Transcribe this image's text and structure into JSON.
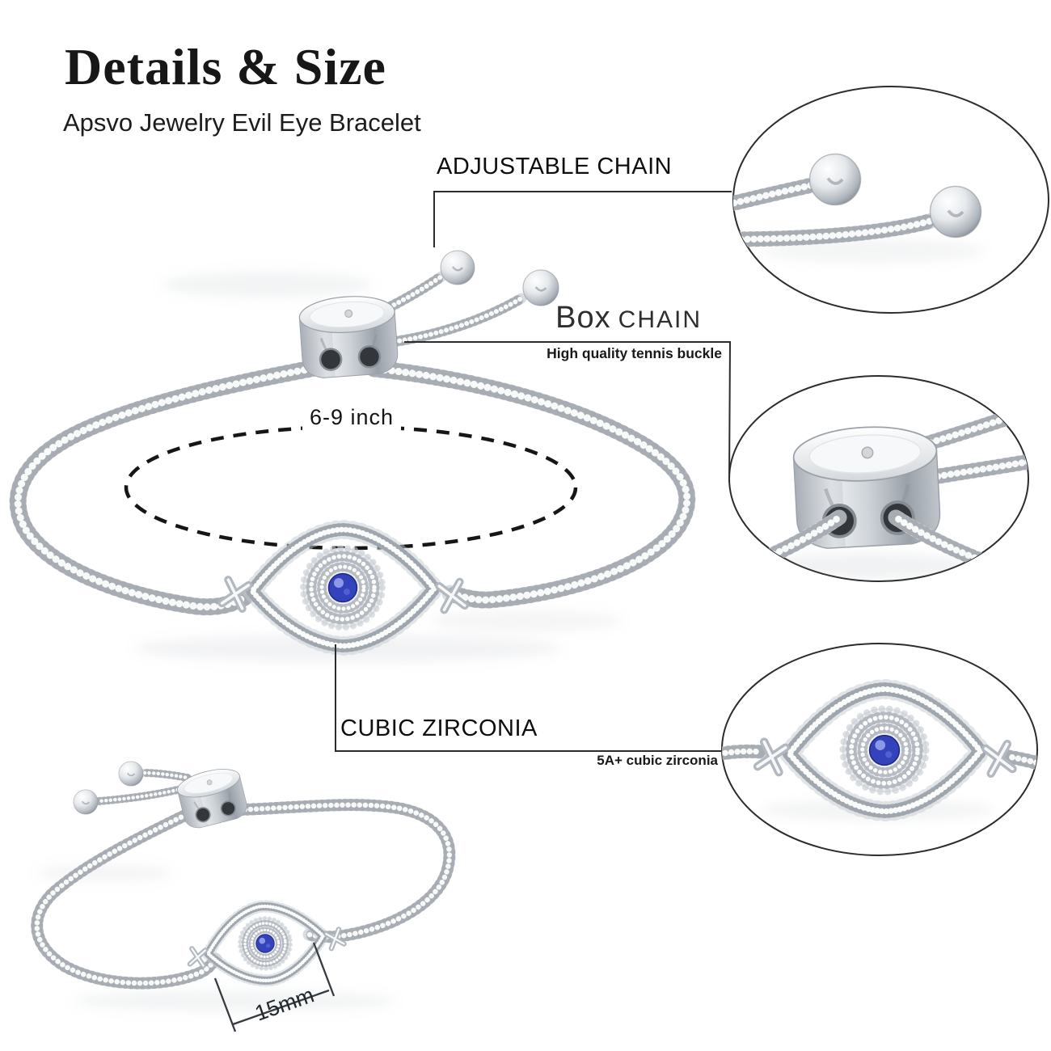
{
  "header": {
    "title": "Details & Size",
    "subtitle": "Apsvo Jewelry Evil Eye Bracelet"
  },
  "callouts": {
    "adjustable_chain": {
      "label": "ADJUSTABLE CHAIN"
    },
    "box_chain": {
      "word_primary": "Box",
      "word_secondary": "CHAIN",
      "note": "High quality tennis buckle"
    },
    "cubic_zirconia": {
      "label": "CUBIC ZIRCONIA",
      "note": "5A+ cubic zirconia"
    }
  },
  "measurements": {
    "adjustable_range": "6-9 inch",
    "charm_width": "15mm"
  },
  "colors": {
    "accent_stone": "#3442bb",
    "metal_light": "#eef1f3",
    "metal_mid": "#c4c9cf",
    "metal_dark": "#8a9199",
    "outline": "#2c2c2c"
  }
}
